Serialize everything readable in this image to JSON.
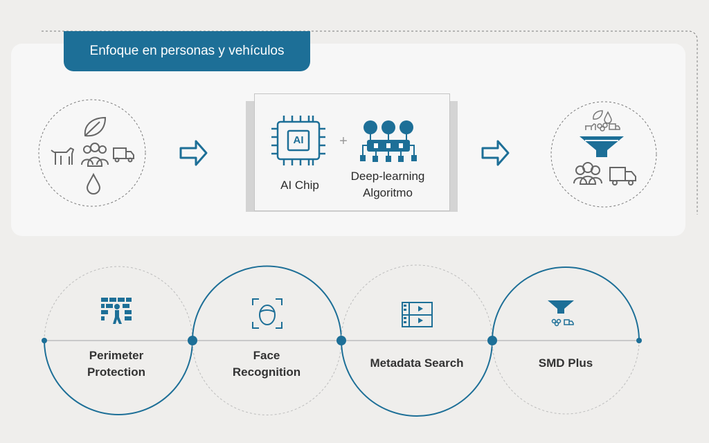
{
  "tab_title": "Enfoque en personas y vehículos",
  "processor": {
    "chip_icon_text": "AI",
    "plus": "+",
    "chip_label": "AI Chip",
    "algo_label_line1": "Deep-learning",
    "algo_label_line2": "Algoritmo"
  },
  "features": [
    {
      "line1": "Perimeter",
      "line2": "Protection",
      "icon": "wall-person-icon"
    },
    {
      "line1": "Face",
      "line2": "Recognition",
      "icon": "face-scan-icon"
    },
    {
      "line1": "Metadata Search",
      "line2": "",
      "icon": "video-grid-icon"
    },
    {
      "line1": "SMD Plus",
      "line2": "",
      "icon": "funnel-icon"
    }
  ],
  "colors": {
    "accent": "#1d6f97",
    "icon": "#666666",
    "background": "#efeeec",
    "panel": "#f7f7f7"
  }
}
